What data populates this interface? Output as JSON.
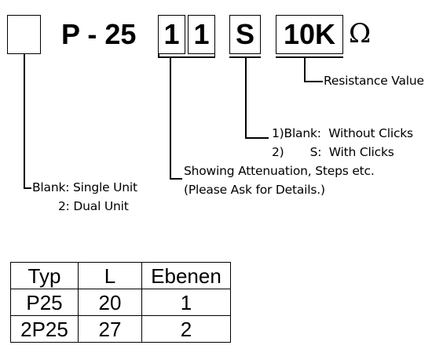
{
  "code": {
    "prefix_box": "",
    "series": "P - 25",
    "digit1": "1",
    "digit2": "1",
    "switch_box": "S",
    "resistance_box": "10K",
    "unit": "Ω"
  },
  "labels": {
    "resistance": "Resistance Value",
    "clicks_line1": "1)Blank:  Without Clicks",
    "clicks_line2": "2)       S:  With Clicks",
    "attenuation_line1": "Showing Attenuation, Steps etc.",
    "attenuation_line2": "(Please Ask for Details.)",
    "unit_line1": "Blank: Single Unit",
    "unit_line2": "2: Dual Unit"
  },
  "table": {
    "headers": [
      "Typ",
      "L",
      "Ebenen"
    ],
    "rows": [
      [
        "P25",
        "20",
        "1"
      ],
      [
        "2P25",
        "27",
        "2"
      ]
    ]
  }
}
